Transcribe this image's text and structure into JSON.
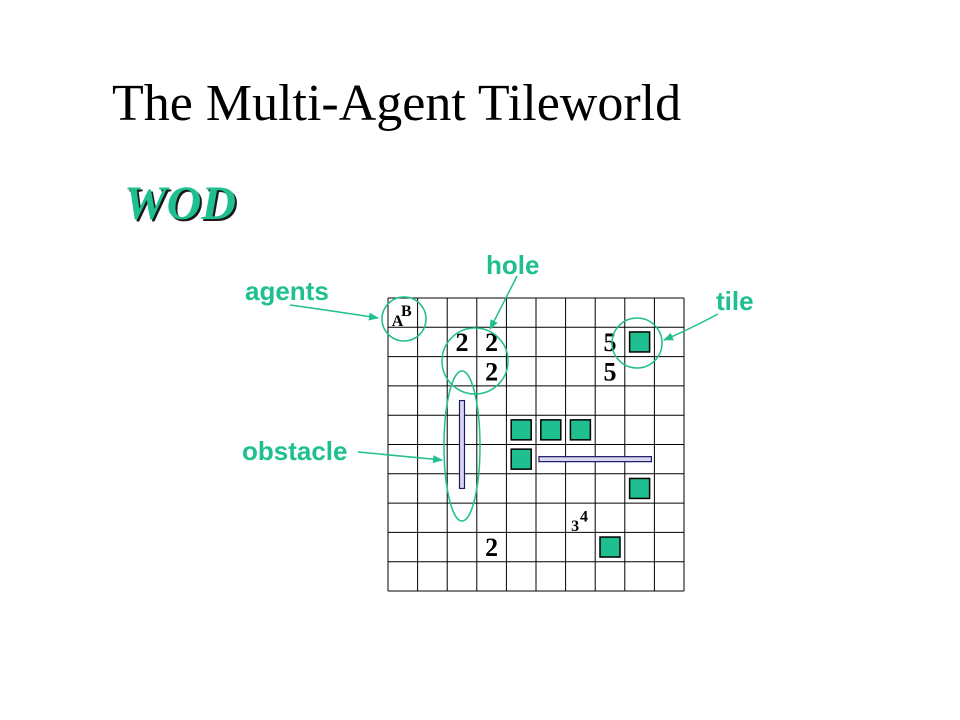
{
  "title": "The Multi-Agent Tileworld",
  "subtitle": "WOD",
  "colors": {
    "accent": "#1fbf8f",
    "tile_fill": "#1fbf8f",
    "obstacle_fill": "#d8d8f0",
    "grid_line": "#000000"
  },
  "labels": {
    "agents": "agents",
    "hole": "hole",
    "tile": "tile",
    "obstacle": "obstacle"
  },
  "grid": {
    "columns": 10,
    "rows": 10
  },
  "agents": [
    {
      "name": "A",
      "col": 0,
      "row": 0,
      "position": "bottom-left"
    },
    {
      "name": "B",
      "col": 0,
      "row": 0,
      "position": "top-right"
    },
    {
      "name": "3",
      "col": 6,
      "row": 7,
      "position": "bottom-left"
    },
    {
      "name": "4",
      "col": 6,
      "row": 7,
      "position": "top-right"
    }
  ],
  "holes": [
    {
      "value": "2",
      "col": 2,
      "row": 1
    },
    {
      "value": "2",
      "col": 3,
      "row": 1
    },
    {
      "value": "2",
      "col": 3,
      "row": 2
    },
    {
      "value": "5",
      "col": 7,
      "row": 1
    },
    {
      "value": "5",
      "col": 7,
      "row": 2
    },
    {
      "value": "2",
      "col": 3,
      "row": 8
    }
  ],
  "tiles": [
    {
      "col": 8,
      "row": 1
    },
    {
      "col": 4,
      "row": 4
    },
    {
      "col": 5,
      "row": 4
    },
    {
      "col": 6,
      "row": 4
    },
    {
      "col": 4,
      "row": 5
    },
    {
      "col": 8,
      "row": 6
    },
    {
      "col": 7,
      "row": 8
    }
  ],
  "obstacles": [
    {
      "orientation": "vertical",
      "col": 2,
      "row_start": 3,
      "row_end": 6
    },
    {
      "orientation": "horizontal",
      "row": 5,
      "col_start": 5,
      "col_end": 8
    }
  ]
}
